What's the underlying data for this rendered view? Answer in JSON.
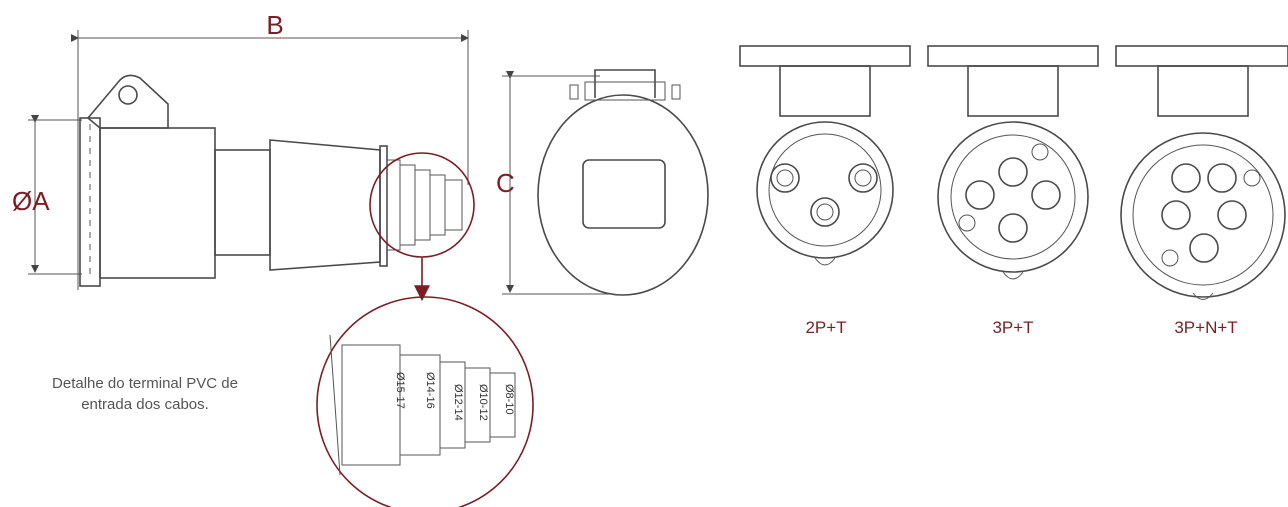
{
  "dimensions": {
    "a_label": "ØA",
    "b_label": "B",
    "c_label": "C"
  },
  "terminal_detail": {
    "caption_line1": "Detalhe do terminal PVC de",
    "caption_line2": "entrada dos cabos.",
    "ranges": [
      "Ø8-10",
      "Ø10-12",
      "Ø12-14",
      "Ø14-16",
      "Ø15-17"
    ]
  },
  "configurations": [
    {
      "label": "2P+T"
    },
    {
      "label": "3P+T"
    },
    {
      "label": "3P+N+T"
    }
  ],
  "colors": {
    "accent": "#7a1e24",
    "line": "#4a4a4a",
    "caption": "#555555"
  }
}
